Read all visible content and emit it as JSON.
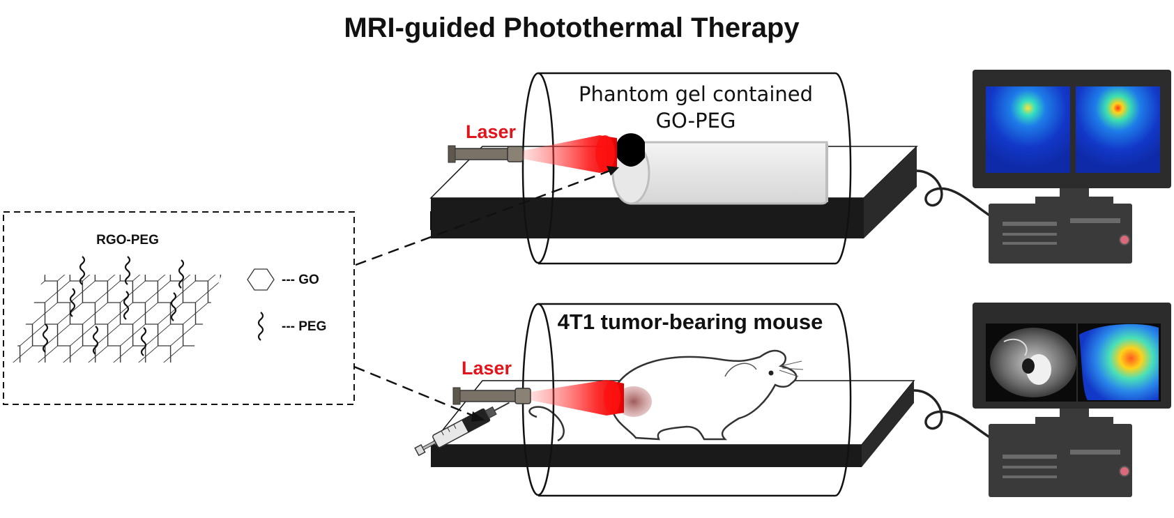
{
  "title": "MRI-guided Photothermal Therapy",
  "top_panel": {
    "laser_label": "Laser",
    "caption_line1": "Phantom gel contained",
    "caption_line2": "GO-PEG"
  },
  "bottom_panel": {
    "laser_label": "Laser",
    "caption": "4T1 tumor-bearing mouse"
  },
  "inset": {
    "title": "RGO-PEG",
    "legend": [
      {
        "symbol": "hexagon-icon",
        "label": "--- GO"
      },
      {
        "symbol": "squiggle-icon",
        "label": "--- PEG"
      }
    ]
  },
  "colors": {
    "laser": "#e0141a",
    "laser_label": "#e0141a",
    "bed": "#1a1a1a",
    "monitor_bezel": "#2c2c2c",
    "heatmap_bg": "#1238c8",
    "heatmap_hot": "#ffd21a"
  }
}
